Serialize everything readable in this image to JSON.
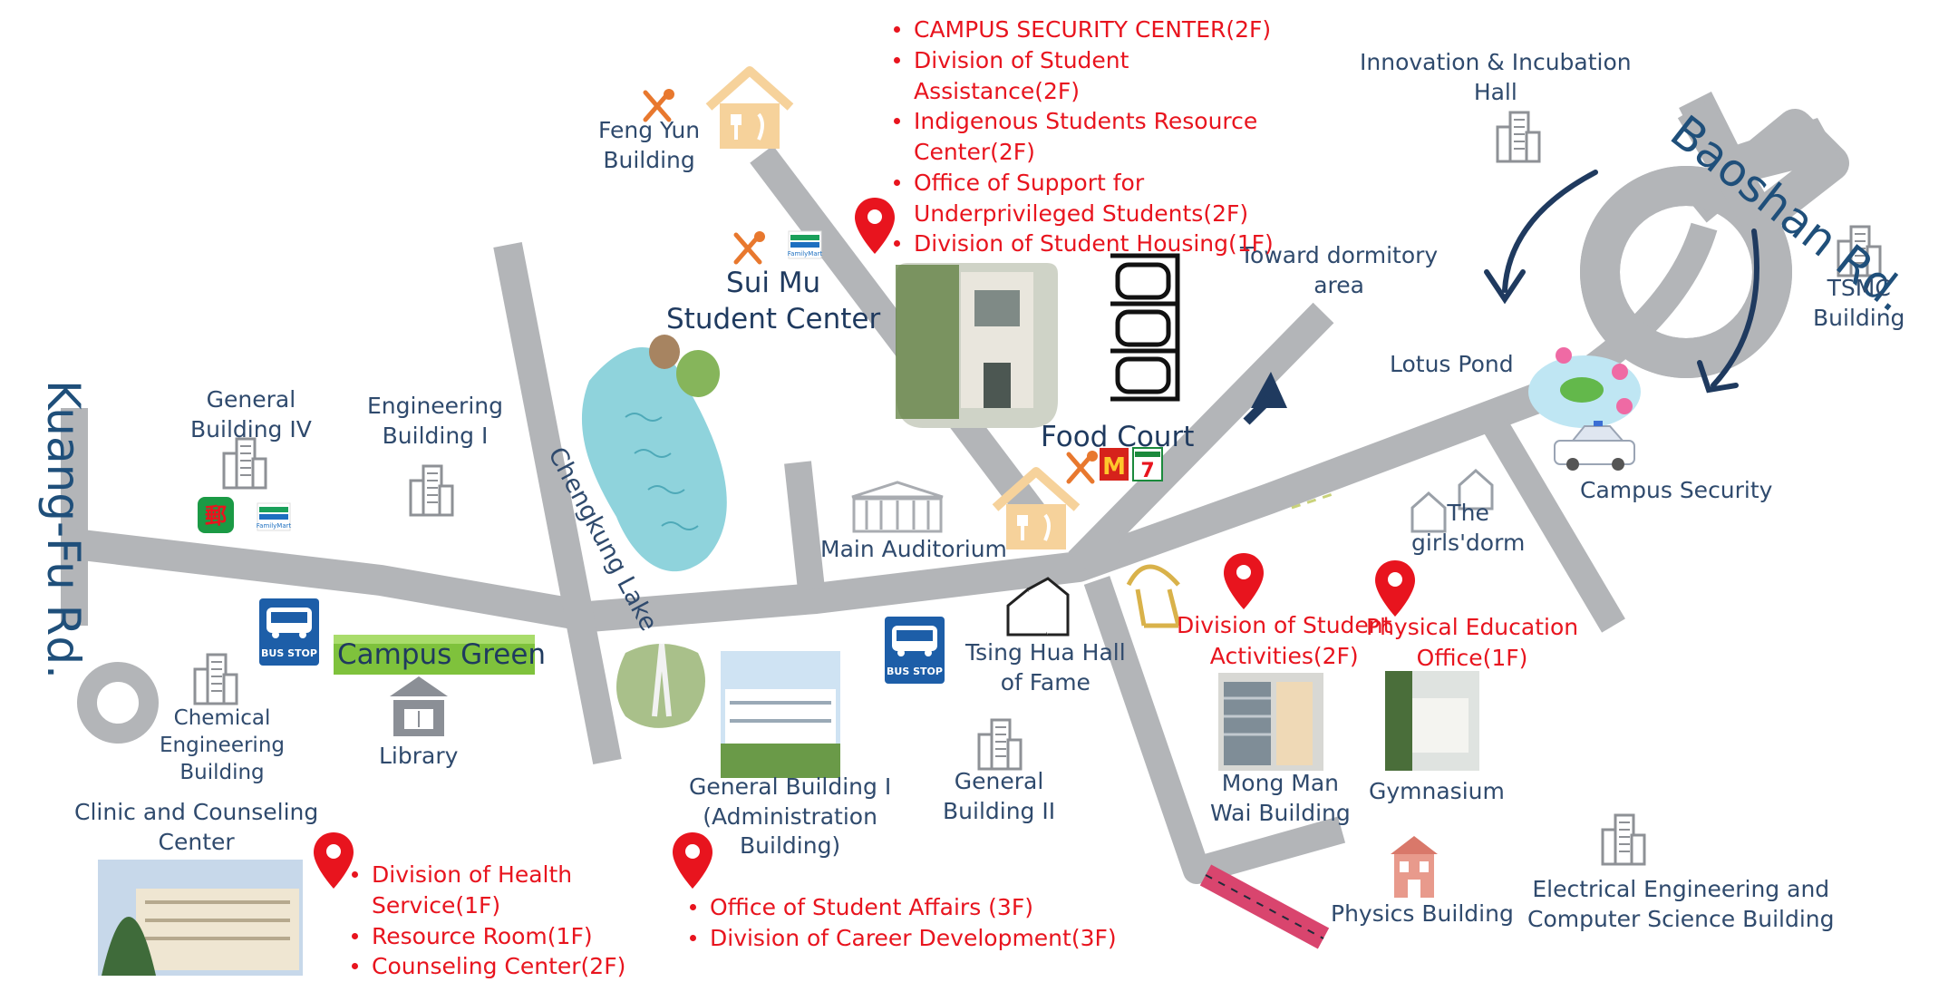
{
  "roads": {
    "kuang_fu": "Kuang-Fu Rd.",
    "baoshan": "Baoshan Rd."
  },
  "places": {
    "feng_yun": [
      "Feng Yun",
      "Building"
    ],
    "sui_mu": [
      "Sui Mu",
      "Student Center"
    ],
    "food_court": "Food Court",
    "toward_dorm": [
      "Toward dormitory",
      "area"
    ],
    "innovation": [
      "Innovation & Incubation",
      "Hall"
    ],
    "tsmc": [
      "TSMC",
      "Building"
    ],
    "lotus_pond": "Lotus Pond",
    "campus_security": "Campus Security",
    "girls_dorm": [
      "The",
      "girls'dorm"
    ],
    "general_iv": [
      "General",
      "Building IV"
    ],
    "engineering_i": [
      "Engineering",
      "Building I"
    ],
    "chengkung_lake": "Chengkung Lake",
    "main_auditorium": "Main Auditorium",
    "campus_green": "Campus Green",
    "chemical": [
      "Chemical",
      "Engineering",
      "Building"
    ],
    "library": "Library",
    "tsing_hua_hall": [
      "Tsing Hua Hall",
      "of Fame"
    ],
    "general_i": [
      "General Building I",
      "(Administration",
      "Building)"
    ],
    "general_ii": [
      "General",
      "Building II"
    ],
    "mong_man_wai": [
      "Mong Man",
      "Wai Building"
    ],
    "gymnasium": "Gymnasium",
    "clinic": [
      "Clinic and Counseling",
      "Center"
    ],
    "physics": "Physics Building",
    "eecs": [
      "Electrical Engineering and",
      "Computer Science Building"
    ]
  },
  "offices": {
    "sui_mu_list": [
      [
        "CAMPUS SECURITY CENTER(2F)"
      ],
      [
        "Division of Student",
        "Assistance(2F)"
      ],
      [
        "Indigenous Students Resource",
        "Center(2F)"
      ],
      [
        "Office of Support for",
        "Underprivileged Students(2F)"
      ],
      [
        "Division of Student Housing(1F)"
      ]
    ],
    "clinic_list": [
      [
        "Division of Health",
        "Service(1F)"
      ],
      [
        "Resource Room(1F)"
      ],
      [
        "Counseling Center(2F)"
      ]
    ],
    "admin_list": [
      [
        "Office of Student Affairs (3F)"
      ],
      [
        "Division of Career Development(3F)"
      ]
    ],
    "student_activities": [
      "Division of Student",
      "Activities(2F)"
    ],
    "physical_education": [
      "Physical Education",
      "Office(1F)"
    ]
  },
  "signs": {
    "bus_stop": "BUS STOP",
    "familymart": "FamilyMart",
    "seven_eleven": "7-ELEVEN",
    "post_office": "郵"
  },
  "colors": {
    "road": "#b3b5b8",
    "text": "#2f4a6d",
    "office": "#e8141e",
    "pin": "#e8141e",
    "lake": "#8fd3dc",
    "arrow": "#1f3a5f",
    "bus_sign": "#1d5ea8",
    "grass": "#7fc23c",
    "path": "#d9456e"
  },
  "icons": [
    "restaurant-icon",
    "house-icon",
    "office-building-icon",
    "bus-stop-icon",
    "library-icon",
    "map-pin-icon",
    "parking-icon",
    "auditorium-icon",
    "hall-icon",
    "bridge-icon",
    "police-car-icon",
    "lotus-icon",
    "familymart-icon",
    "post-office-icon",
    "mcdonalds-icon",
    "seven-eleven-icon",
    "arrow-icon"
  ]
}
